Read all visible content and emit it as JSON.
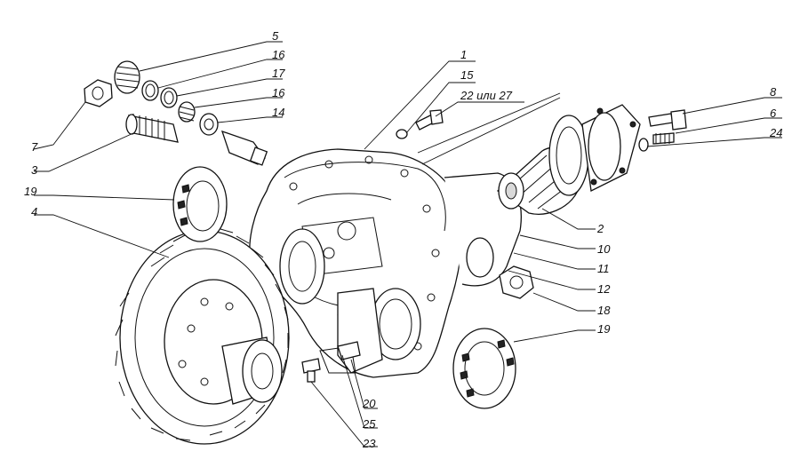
{
  "labels": {
    "l1": "1",
    "l2": "2",
    "l3": "3",
    "l4": "4",
    "l5": "5",
    "l6": "6",
    "l7": "7",
    "l8": "8",
    "l10": "10",
    "l11": "11",
    "l12": "12",
    "l14": "14",
    "l15": "15",
    "l16a": "16",
    "l16b": "16",
    "l17": "17",
    "l18": "18",
    "l19a": "19",
    "l19b": "19",
    "l20": "20",
    "l22": "22 или 27",
    "l23": "23",
    "l24": "24",
    "l25": "25"
  }
}
